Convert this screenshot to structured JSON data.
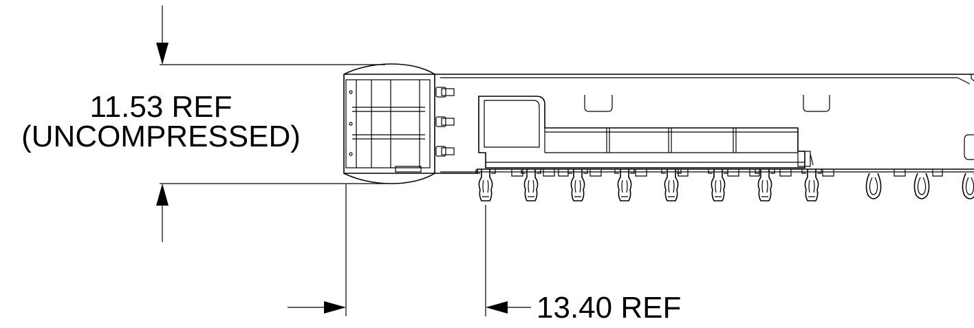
{
  "dimensions": {
    "height_value": "11.53 REF",
    "height_note": "(UNCOMPRESSED)",
    "pitch_value": "13.40 REF"
  },
  "colors": {
    "line": "#000000",
    "background": "#ffffff"
  }
}
